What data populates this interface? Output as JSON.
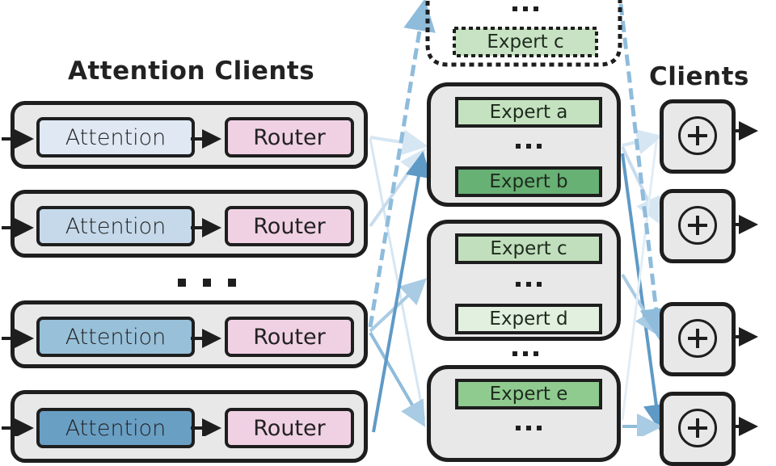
{
  "titles": {
    "attention_clients": "Attention Clients",
    "clients": "Clients"
  },
  "attention_clients": [
    {
      "attention_label": "Attention",
      "router_label": "Router",
      "attention_color": "#dfe8f3"
    },
    {
      "attention_label": "Attention",
      "router_label": "Router",
      "attention_color": "#c5d9ea"
    },
    {
      "attention_label": "Attention",
      "router_label": "Router",
      "attention_color": "#98c0d9"
    },
    {
      "attention_label": "Attention",
      "router_label": "Router",
      "attention_color": "#6a9fc4"
    }
  ],
  "expert_groups": [
    {
      "experts": [
        {
          "label": "Expert c",
          "color": "#c8e3c3",
          "dashed": true
        }
      ],
      "dashed": true
    },
    {
      "experts": [
        {
          "label": "Expert a",
          "color": "#c4e2bf"
        },
        {
          "label": "Expert b",
          "color": "#67b174"
        }
      ]
    },
    {
      "experts": [
        {
          "label": "Expert c",
          "color": "#c1dfbc"
        },
        {
          "label": "Expert d",
          "color": "#e2f0df"
        }
      ]
    },
    {
      "experts": [
        {
          "label": "Expert e",
          "color": "#8fcb8f"
        }
      ]
    }
  ],
  "ellipsis": "...",
  "sum_clients": [
    {
      "icon": "plus-circle-icon"
    },
    {
      "icon": "plus-circle-icon"
    },
    {
      "icon": "plus-circle-icon"
    },
    {
      "icon": "plus-circle-icon"
    }
  ],
  "colors": {
    "box_fill": "#e8e8e8",
    "border": "#1e1e1e",
    "router_fill": "#f0d1e4",
    "arrow_light": "#d6e6f3",
    "arrow_mid": "#a9cbe3",
    "arrow_dark": "#5f9ac6",
    "arrow_dashed": "#8fbcdb"
  }
}
